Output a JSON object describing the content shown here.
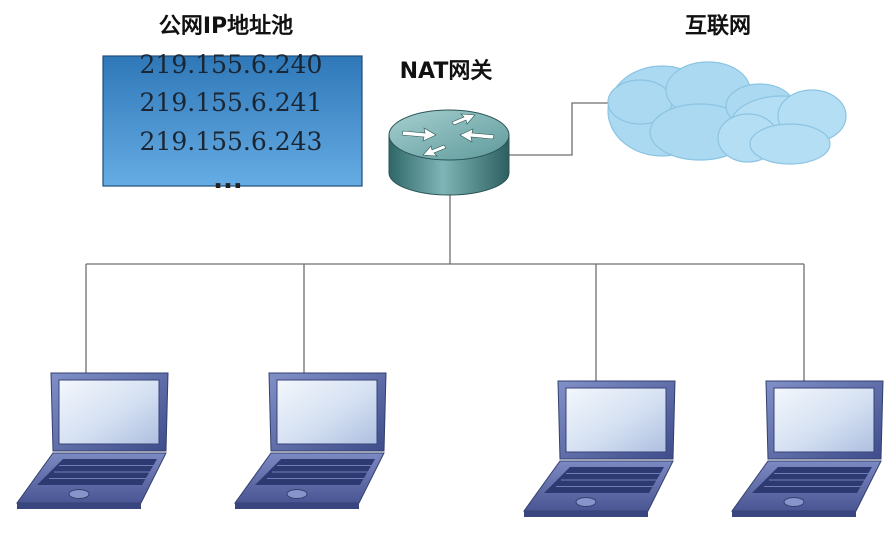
{
  "pool": {
    "title": "公网IP地址池",
    "addresses": [
      "219.155.6.240",
      "219.155.6.241",
      "219.155.6.243"
    ],
    "more": "..."
  },
  "gateway": {
    "label": "NAT网关",
    "icon": "router-icon"
  },
  "internet": {
    "label": "互联网",
    "icon": "cloud-icon"
  },
  "hosts": {
    "icon": "laptop-icon",
    "count": 4
  },
  "colors": {
    "pool_box_top": "#2f78b8",
    "pool_box_bottom": "#62a8e0",
    "cloud": "#a8d8f0",
    "router": "#4f8c8e",
    "laptop_frame": "#5a6aa8",
    "laptop_screen": "#d8e4f4",
    "wire": "#6e6e6e"
  }
}
